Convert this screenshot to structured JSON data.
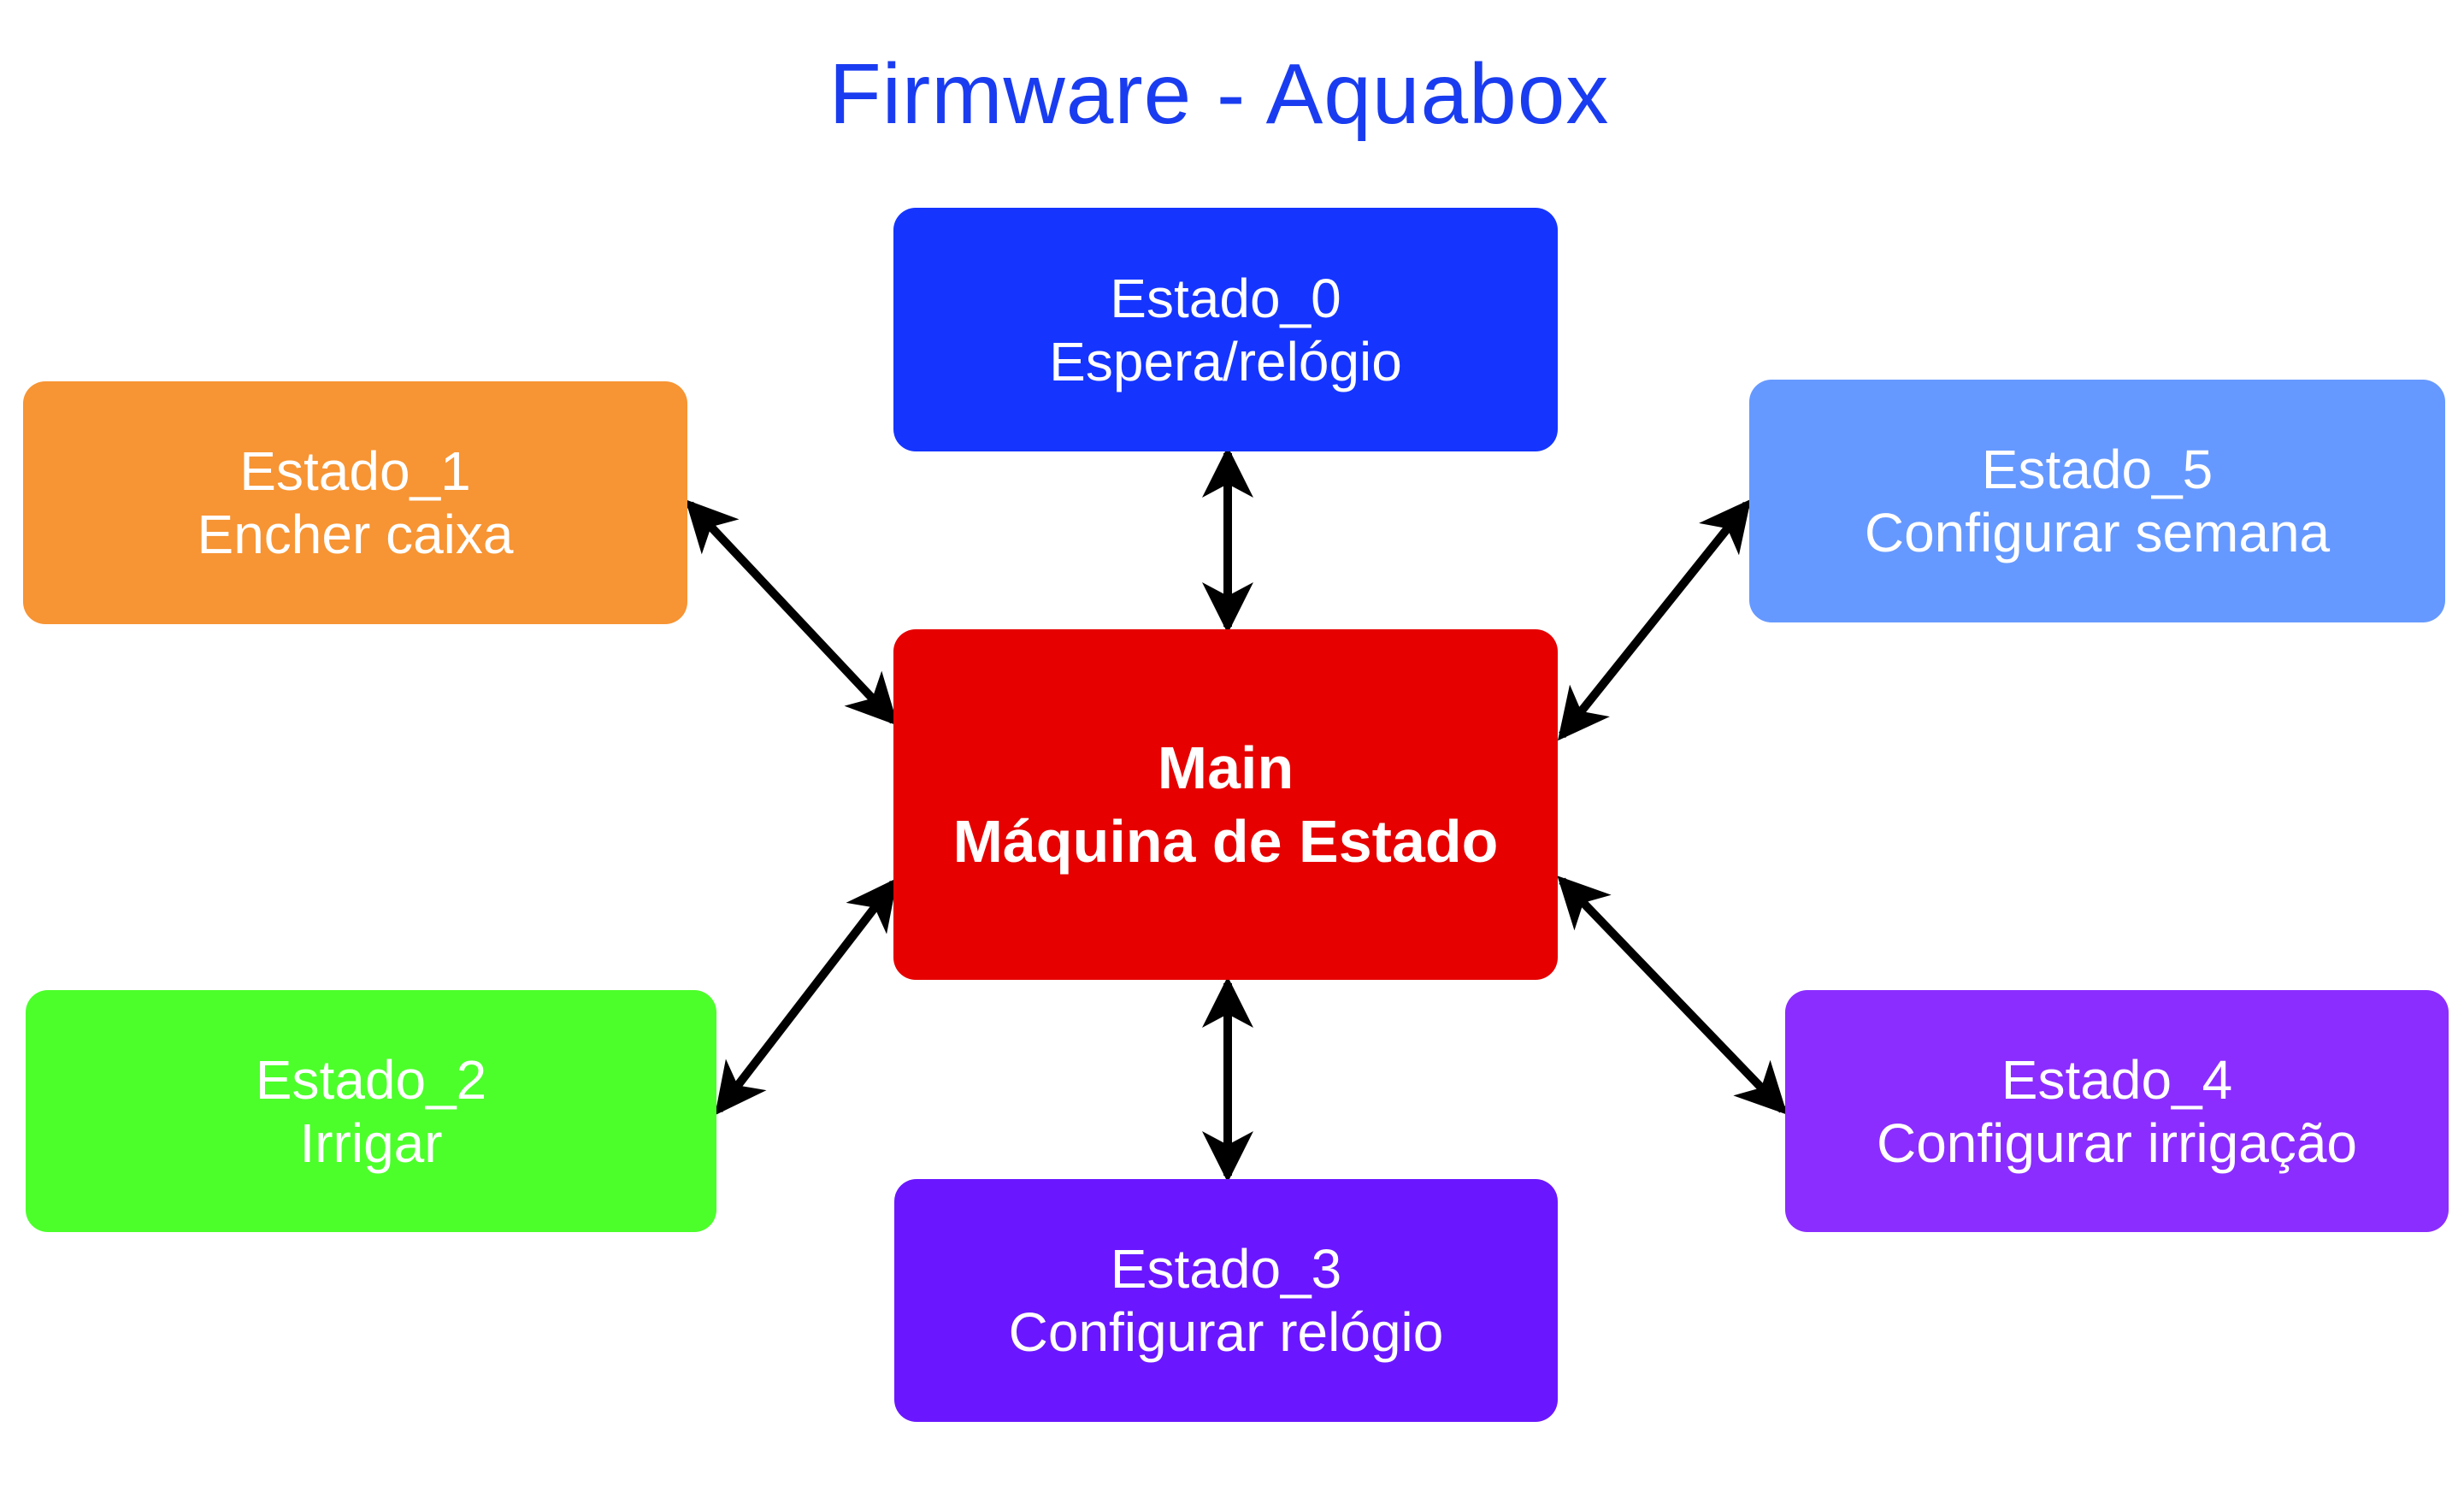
{
  "title": "Firmware - Aquabox",
  "colors": {
    "title": "#1a3cf0",
    "arrow": "#000000"
  },
  "nodes": {
    "estado0": {
      "line1": "Estado_0",
      "line2": "Espera/relógio",
      "color": "#1535ff"
    },
    "estado1": {
      "line1": "Estado_1",
      "line2": "Encher caixa",
      "color": "#f79433"
    },
    "estado2": {
      "line1": "Estado_2",
      "line2": "Irrigar",
      "color": "#4cff2a"
    },
    "estado3": {
      "line1": "Estado_3",
      "line2": "Configurar relógio",
      "color": "#6a17ff"
    },
    "estado4": {
      "line1": "Estado_4",
      "line2": "Configurar irrigação",
      "color": "#8b2dff"
    },
    "estado5": {
      "line1": "Estado_5",
      "line2": "Configurar semana",
      "color": "#6699ff"
    },
    "main": {
      "line1": "Main",
      "line2": "Máquina de Estado",
      "color": "#e60000"
    }
  }
}
